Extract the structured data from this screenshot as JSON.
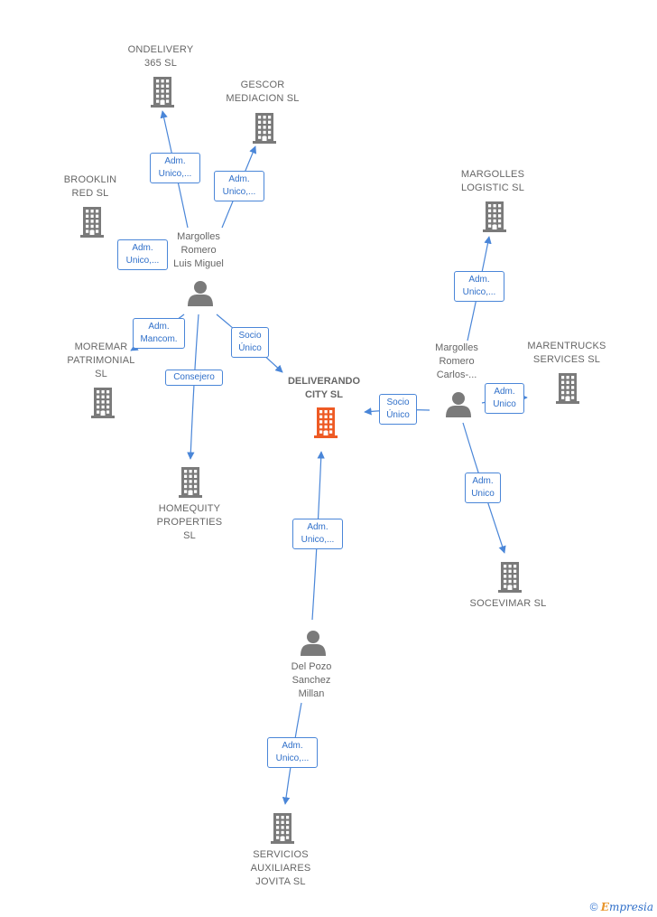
{
  "colors": {
    "edge": "#4a86d8",
    "node": "#7a7a7a",
    "focus": "#ee5a24"
  },
  "nodes": [
    {
      "id": "ondelivery",
      "kind": "company",
      "label": "ONDELIVERY\n365  SL"
    },
    {
      "id": "gescor",
      "kind": "company",
      "label": "GESCOR\nMEDIACION SL"
    },
    {
      "id": "brooklin",
      "kind": "company",
      "label": "BROOKLIN\nRED  SL"
    },
    {
      "id": "margolles_logistic",
      "kind": "company",
      "label": "MARGOLLES\nLOGISTIC  SL"
    },
    {
      "id": "moremar",
      "kind": "company",
      "label": "MOREMAR\nPATRIMONIAL\nSL"
    },
    {
      "id": "marentrucks",
      "kind": "company",
      "label": "MARENTRUCKS\nSERVICES  SL"
    },
    {
      "id": "deliverando",
      "kind": "focus",
      "label": "DELIVERANDO\nCITY  SL"
    },
    {
      "id": "homequity",
      "kind": "company",
      "label": "HOMEQUITY\nPROPERTIES\nSL"
    },
    {
      "id": "socevimar",
      "kind": "company",
      "label": "SOCEVIMAR SL"
    },
    {
      "id": "servicios",
      "kind": "company",
      "label": "SERVICIOS\nAUXILIARES\nJOVITA  SL"
    },
    {
      "id": "luis_miguel",
      "kind": "person",
      "label": "Margolles\nRomero\nLuis Miguel"
    },
    {
      "id": "carlos",
      "kind": "person",
      "label": "Margolles\nRomero\nCarlos-..."
    },
    {
      "id": "del_pozo",
      "kind": "person",
      "label": "Del Pozo\nSanchez\nMillan"
    }
  ],
  "edges": [
    {
      "from": "luis_miguel",
      "to": "ondelivery",
      "label": "Adm.\nUnico,..."
    },
    {
      "from": "luis_miguel",
      "to": "gescor",
      "label": "Adm.\nUnico,..."
    },
    {
      "from": "luis_miguel",
      "to": "brooklin",
      "label": "Adm.\nUnico,..."
    },
    {
      "from": "luis_miguel",
      "to": "moremar",
      "label": "Adm.\nMancom."
    },
    {
      "from": "luis_miguel",
      "to": "homequity",
      "label": "Consejero"
    },
    {
      "from": "luis_miguel",
      "to": "deliverando",
      "label": "Socio\nÚnico"
    },
    {
      "from": "carlos",
      "to": "margolles_logistic",
      "label": "Adm.\nUnico,..."
    },
    {
      "from": "carlos",
      "to": "marentrucks",
      "label": "Adm.\nUnico"
    },
    {
      "from": "carlos",
      "to": "deliverando",
      "label": "Socio\nÚnico"
    },
    {
      "from": "carlos",
      "to": "socevimar",
      "label": "Adm.\nUnico"
    },
    {
      "from": "del_pozo",
      "to": "deliverando",
      "label": "Adm.\nUnico,..."
    },
    {
      "from": "del_pozo",
      "to": "servicios",
      "label": "Adm.\nUnico,..."
    }
  ],
  "footer": {
    "copyright": "©",
    "brand_first": "E",
    "brand_rest": "mpresia"
  }
}
